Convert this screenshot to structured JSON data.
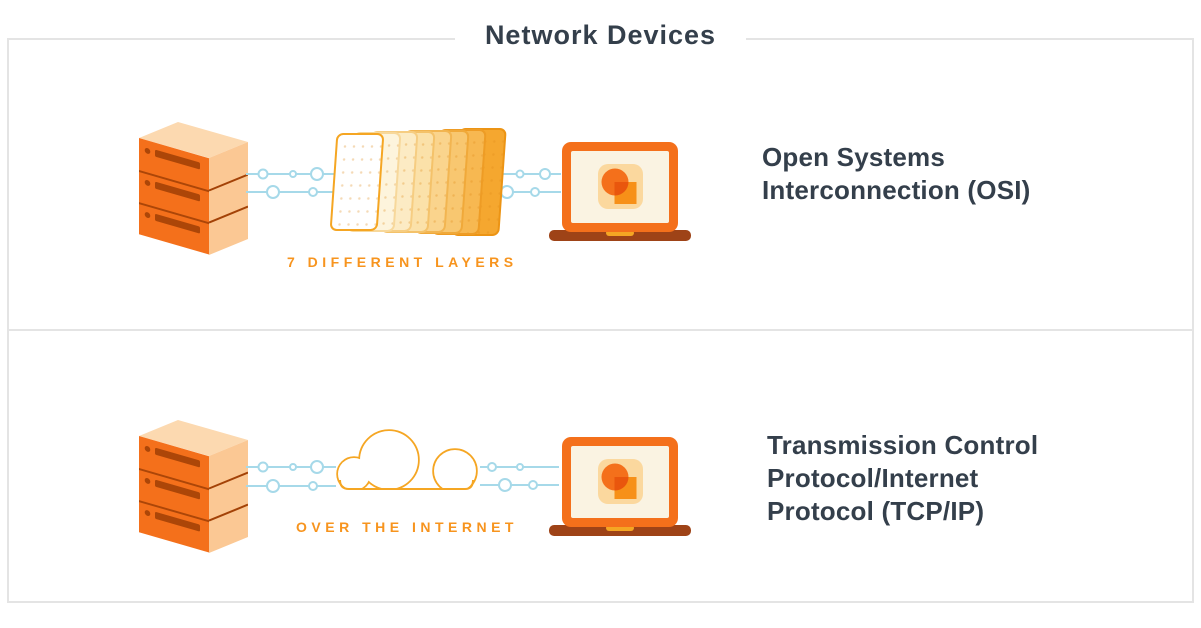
{
  "title": "Network Devices",
  "sections": [
    {
      "id": "osi",
      "heading_lines": [
        "Open Systems",
        "Interconnection (OSI)"
      ],
      "caption": "7 DIFFERENT LAYERS",
      "layer_count": 7,
      "icons": [
        "server-icon",
        "layer-stack-icon",
        "laptop-icon",
        "connection-line-icon"
      ]
    },
    {
      "id": "tcpip",
      "heading_lines": [
        "Transmission Control",
        "Protocol/Internet",
        "Protocol (TCP/IP)"
      ],
      "caption": "OVER THE INTERNET",
      "icons": [
        "server-icon",
        "internet-cloud-icon",
        "laptop-icon",
        "connection-line-icon"
      ]
    }
  ],
  "colors": {
    "heading_text": "#343F4B",
    "accent_orange": "#F4701B",
    "soft_orange": "#F5A623",
    "caption_orange": "#F7941E",
    "connection_blue": "#A6D9E9",
    "frame_border": "#E4E4E4",
    "laptop_base_brown": "#9E4317"
  }
}
